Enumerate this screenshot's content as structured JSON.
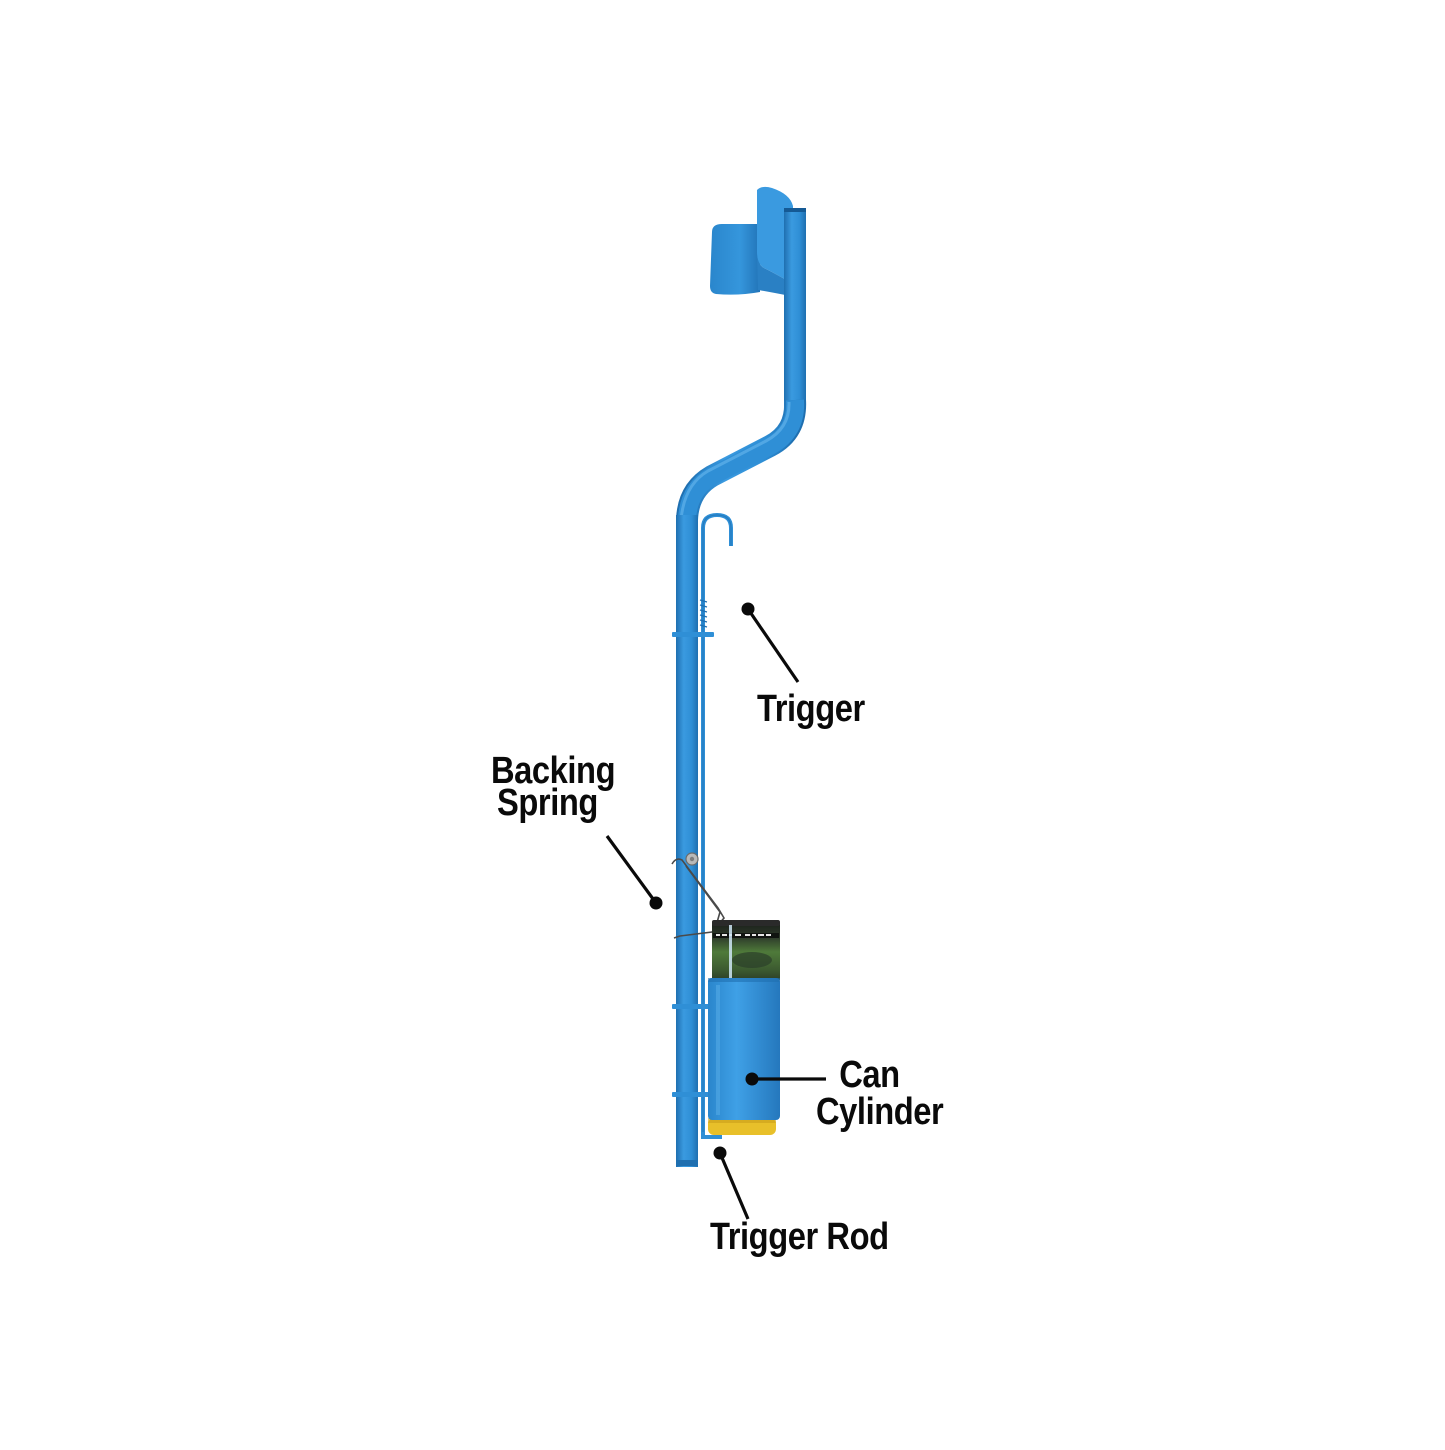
{
  "diagram": {
    "subject": "Blue pole-mounted trigger device with can cylinder",
    "colors": {
      "background": "#ffffff",
      "pole_blue": "#2f8fd6",
      "pole_shadow": "#1f6fb0",
      "pole_highlight": "#5fb0ea",
      "can_yellow": "#e8c02a",
      "can_label_dark": "#1e2a1e",
      "can_label_green": "#4f7a3a",
      "wire": "#4a4a4a",
      "callout_line": "#0a0a0a"
    },
    "labels": {
      "trigger": "Trigger",
      "backing_spring_line1": "Backing",
      "backing_spring_line2": "Spring",
      "can_cylinder_line1": "Can",
      "can_cylinder_line2": "Cylinder",
      "trigger_rod": "Trigger Rod"
    },
    "callouts": [
      {
        "name": "Trigger",
        "dot": [
          748,
          609
        ],
        "line_end": [
          798,
          682
        ]
      },
      {
        "name": "Backing Spring",
        "dot": [
          656,
          903
        ],
        "line_end": [
          607,
          836
        ]
      },
      {
        "name": "Can Cylinder",
        "dot": [
          752,
          1079
        ],
        "line_end": [
          826,
          1079
        ]
      },
      {
        "name": "Trigger Rod",
        "dot": [
          720,
          1153
        ],
        "line_end": [
          748,
          1219
        ]
      }
    ]
  }
}
